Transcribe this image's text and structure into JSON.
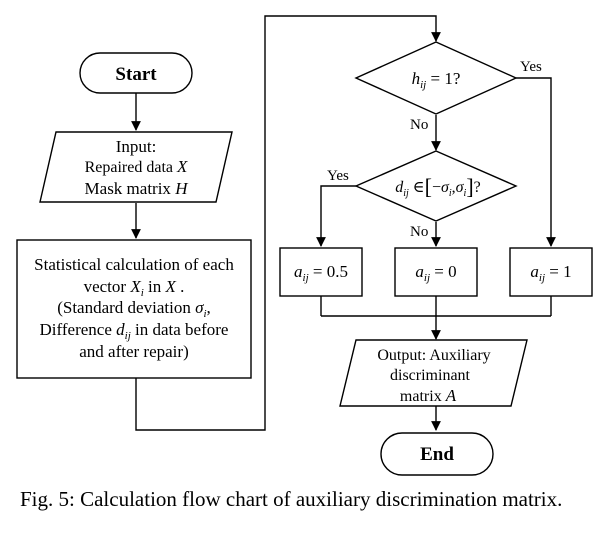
{
  "start": "Start",
  "end": "End",
  "input": {
    "title": "Input:",
    "line1_text": "Repaired data",
    "line1_var": "X",
    "line2_text": "Mask matrix",
    "line2_var": "H"
  },
  "stats": {
    "line1": "Statistical calculation of each",
    "line2_a": "vector",
    "line2_var": "X",
    "line2_sub": "i",
    "line2_b": "in",
    "line2_var2": "X",
    "line2_c": ".",
    "line3_a": "(Standard deviation",
    "line3_sym": "σ",
    "line3_sub": "i",
    "line3_c": ",",
    "line4_a": "Difference",
    "line4_var": "d",
    "line4_sub": "ij",
    "line4_b": "in data before",
    "line5": "and after repair)"
  },
  "decision1": {
    "var": "h",
    "sub": "ij",
    "rest": "= 1?",
    "yes": "Yes",
    "no": "No"
  },
  "decision2": {
    "var": "d",
    "sub": "ij",
    "in": "∈",
    "minus": "−",
    "sigma": "σ",
    "sub_i": "i",
    "comma": ",",
    "q": "?",
    "yes": "Yes",
    "no": "No"
  },
  "results": [
    {
      "var": "a",
      "sub": "ij",
      "rest": "= 0.5"
    },
    {
      "var": "a",
      "sub": "ij",
      "rest": "= 0"
    },
    {
      "var": "a",
      "sub": "ij",
      "rest": "= 1"
    }
  ],
  "output": {
    "line1": "Output: Auxiliary",
    "line2": "discriminant",
    "line3_text": "matrix",
    "line3_var": "A"
  },
  "caption": "Fig. 5: Calculation flow chart of auxiliary discrimination matrix."
}
